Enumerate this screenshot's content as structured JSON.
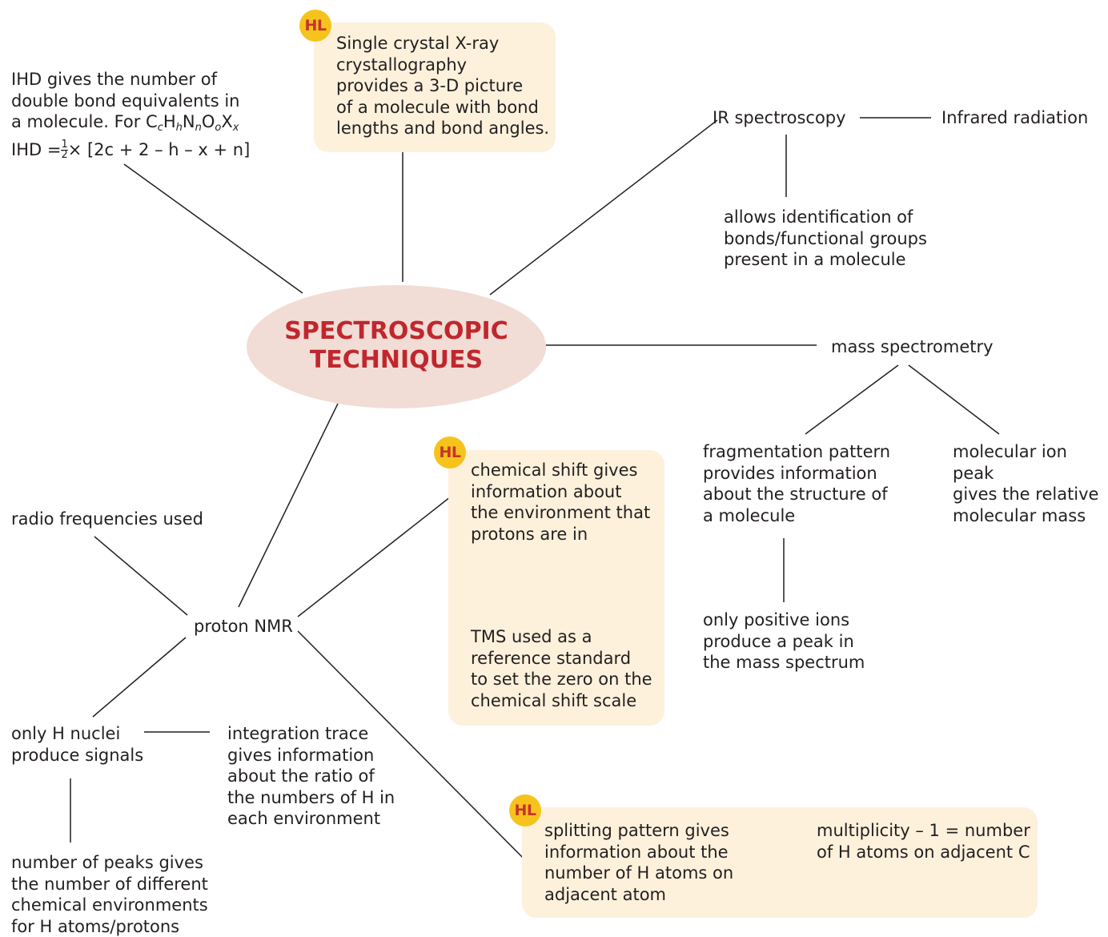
{
  "center": {
    "title": "SPECTROSCOPIC\nTECHNIQUES"
  },
  "badges": {
    "hl": "HL"
  },
  "ihd": {
    "line1": "IHD gives the number of",
    "line2": "double bond equivalents in",
    "line3_prefix": "a molecule. For C",
    "formula_subs": [
      "c",
      "h",
      "n",
      "o",
      "x"
    ],
    "formula_elems": [
      "H",
      "N",
      "O",
      "X"
    ],
    "line4_prefix": "IHD =",
    "frac_num": "1",
    "frac_den": "2",
    "line4_rest": "× [2c + 2 – h – x + n]"
  },
  "xray": "Single crystal X-ray\ncrystallography\nprovides a 3-D picture\nof a molecule with bond\nlengths and bond angles.",
  "ir": {
    "label": "IR spectroscopy",
    "radiation": "Infrared radiation",
    "use": "allows identification of\nbonds/functional groups\npresent in a molecule"
  },
  "mass": {
    "label": "mass spectrometry",
    "fragmentation": "fragmentation pattern\nprovides information\nabout the structure of\na molecule",
    "molecular_ion": "molecular ion peak\ngives the relative\nmolecular mass",
    "positive_ions": "only positive ions\nproduce a peak in\nthe mass spectrum"
  },
  "nmr": {
    "label": "proton NMR",
    "radio": "radio frequencies used",
    "only_h": "only H nuclei\nproduce signals",
    "integration": "integration trace\ngives information\nabout the ratio of\nthe numbers of H in\neach environment",
    "peaks": "number of peaks gives\nthe number of different\nchemical environments\nfor H atoms/protons",
    "chemical_shift": "chemical shift gives\ninformation about\nthe environment that\nprotons are in",
    "tms": "TMS used as a\nreference standard\nto set the zero on the\nchemical shift scale",
    "splitting": "splitting pattern gives\ninformation about the\nnumber of H atoms on\nadjacent atom",
    "multiplicity": "multiplicity – 1 = number\nof H atoms on adjacent C"
  },
  "colors": {
    "title_red": "#c0272d",
    "ellipse_fill": "#f1ddd6",
    "hl_box_fill": "#fdf1dc",
    "hl_badge_fill": "#f6c31c",
    "hl_badge_text": "#c8322c",
    "line": "#231f20"
  }
}
